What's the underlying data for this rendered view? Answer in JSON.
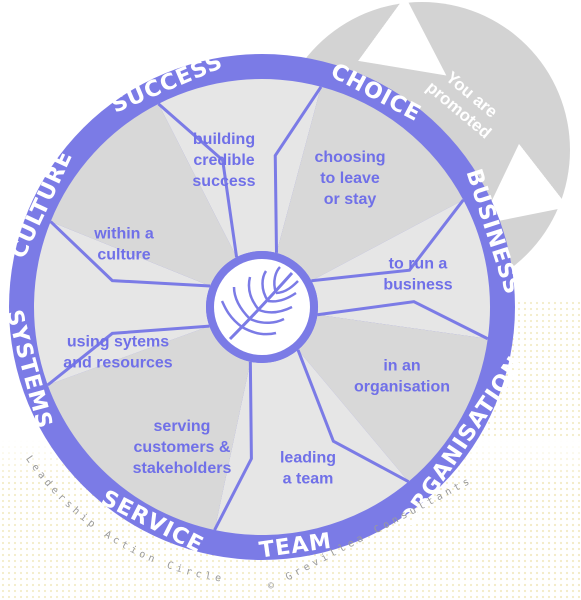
{
  "diagram": {
    "title": "Leadership Action Circle",
    "copyright": "© Grevillea Consultants",
    "promotion_label": [
      "You are",
      "promoted"
    ],
    "ring_labels": [
      "SUCCESS",
      "CHOICE",
      "BUSINESS",
      "ORGANISATION",
      "TEAM",
      "SERVICE",
      "SYSTEMS",
      "CULTURE"
    ],
    "segments": [
      {
        "lines": [
          "building",
          "credible",
          "success"
        ]
      },
      {
        "lines": [
          "choosing",
          "to leave",
          "or stay"
        ]
      },
      {
        "lines": [
          "to run a",
          "business"
        ]
      },
      {
        "lines": [
          "in an",
          "organisation"
        ]
      },
      {
        "lines": [
          "leading",
          "a team"
        ]
      },
      {
        "lines": [
          "serving",
          "customers &",
          "stakeholders"
        ]
      },
      {
        "lines": [
          "using sytems",
          "and resources"
        ]
      },
      {
        "lines": [
          "within a",
          "culture"
        ]
      }
    ],
    "center_icon": "grevillea-leaf-icon",
    "colors": {
      "ring": "#7b7be6",
      "segment_light": "#e6e6e6",
      "segment_dark": "#d8d8d8",
      "segment_text": "#7070e8",
      "promotion_disc": "#d3d3d3"
    }
  }
}
